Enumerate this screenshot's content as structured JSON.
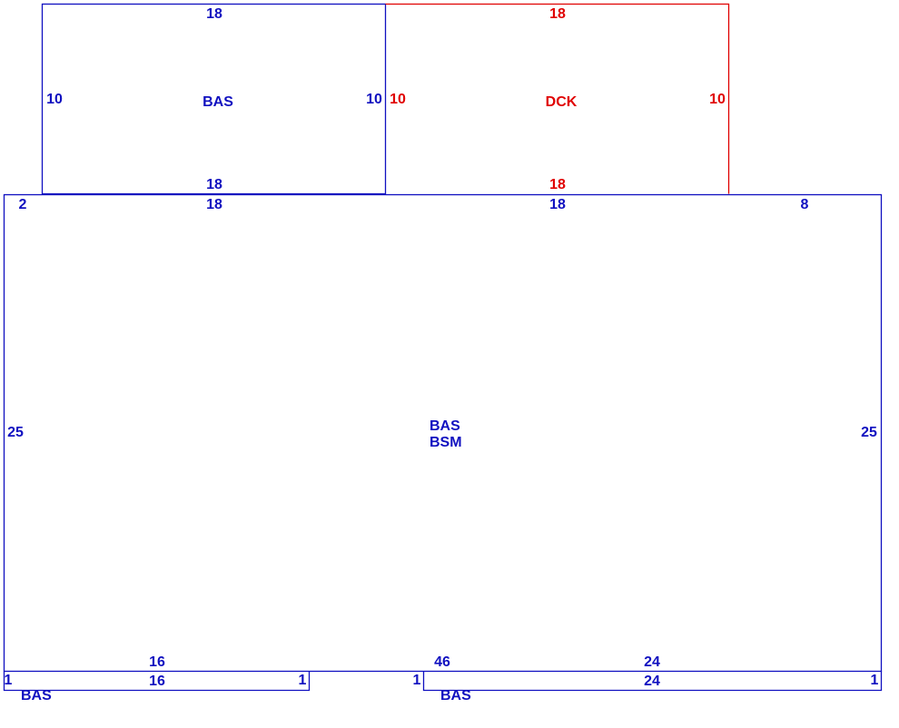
{
  "colors": {
    "base": "#1010c0",
    "deck": "#e00000"
  },
  "areas": {
    "upper_bas": {
      "label": "BAS",
      "dims": {
        "top": "18",
        "bottom": "18",
        "left": "10",
        "right": "10"
      }
    },
    "deck": {
      "label": "DCK",
      "dims": {
        "top": "18",
        "bottom": "18",
        "left": "10",
        "right": "10"
      }
    },
    "main": {
      "label_1": "BAS",
      "label_2": "BSM",
      "dims": {
        "top_left": "2",
        "top_a": "18",
        "top_b": "18",
        "top_right": "8",
        "left": "25",
        "right": "25",
        "bottom_a": "16",
        "bottom_b": "46",
        "bottom_c": "24"
      }
    },
    "strip_left": {
      "label": "BAS",
      "dims": {
        "length": "16",
        "left": "1",
        "right": "1"
      }
    },
    "strip_right": {
      "label": "BAS",
      "dims": {
        "length": "24",
        "left": "1",
        "right": "1"
      }
    }
  }
}
